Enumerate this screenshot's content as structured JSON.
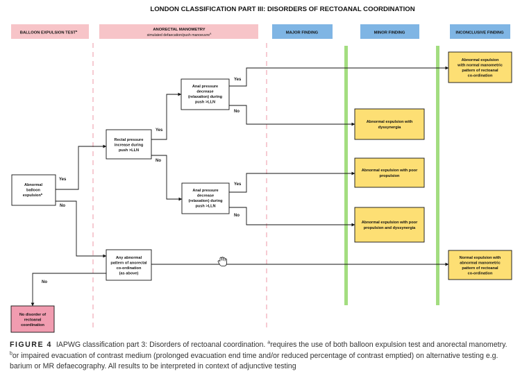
{
  "title": "LONDON CLASSIFICATION PART III: DISORDERS OF RECTOANAL COORDINATION",
  "headers": {
    "balloon": "BALLOON EXPULSION TEST",
    "balloon_sup": "a",
    "manometry": "ANORECTAL MANOMETRY",
    "manometry_sub": "simulated defaecation/push manoeuvre",
    "manometry_sub_sup": "a",
    "major": "MAJOR FINDING",
    "minor": "MINOR FINDING",
    "inconclusive": "INCONCLUSIVE FINDING"
  },
  "boxes": {
    "abnormal_balloon": [
      "Abnormal",
      "balloon",
      "expulsion"
    ],
    "abnormal_balloon_sup": "b",
    "rectal_pressure": [
      "Rectal pressure",
      "increase during",
      "push >LLN"
    ],
    "anal_pressure_top": [
      "Anal pressure",
      "decrease",
      "(relaxation) during",
      "push >LLN"
    ],
    "anal_pressure_bottom": [
      "Anal pressure",
      "decrease",
      "(relaxation) during",
      "push >LLN"
    ],
    "any_abnormal": [
      "Any abnormal",
      "pattern of anorectal",
      "co-ordination",
      "(as above)"
    ],
    "no_disorder": [
      "No disorder of",
      "rectoanal",
      "coordination"
    ],
    "dyssynergia": [
      "Abnormal expulsion with",
      "dyssynergia"
    ],
    "poor_propulsion": [
      "Abnormal expulsion with poor",
      "propulsion"
    ],
    "poor_propulsion_dys": [
      "Abnormal expulsion with poor",
      "propulsion and dyssynergia"
    ],
    "abnormal_normal_pattern": [
      "Abnormal expulsion",
      "with normal manometric",
      "pattern of rectoanal",
      "co-ordination"
    ],
    "normal_abnormal_pattern": [
      "Normal expulsion with",
      "abnormal manometric",
      "pattern of rectoanal",
      "co-ordination"
    ]
  },
  "labels": {
    "yes": "Yes",
    "no": "No"
  },
  "caption": {
    "figure": "FIGURE 4",
    "part1": "IAPWG classification part 3: Disorders of rectoanal coordination.",
    "sup_a": "a",
    "part2": "requires the use of both balloon expulsion test and anorectal manometry.",
    "sup_b": "b",
    "part3": "or impaired evacuation of contrast medium (prolonged evacuation end time and/or reduced percentage of contrast emptied) on alternative testing e.g. barium or MR defaecography. All results to be interpreted in context of adjunctive testing"
  },
  "colors": {
    "pink_header": "#f7c4c8",
    "blue_header": "#7fb5e4",
    "yellow_box": "#fddf74",
    "pink_box": "#f19cb0",
    "green_bar": "#a3dd80",
    "dashed_line": "#f0a8b4"
  }
}
